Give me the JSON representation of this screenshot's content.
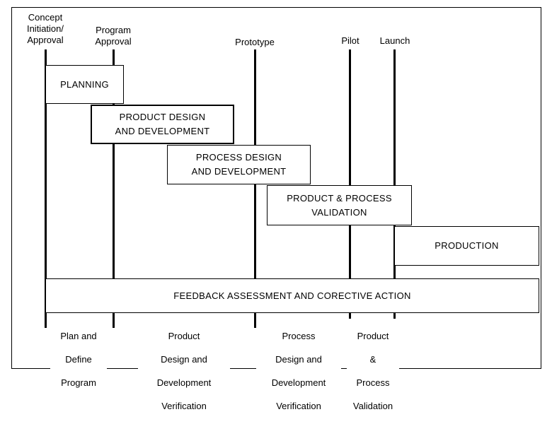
{
  "milestones": {
    "concept": [
      "Concept",
      "Initiation/",
      "Approval"
    ],
    "program": [
      "Program",
      "Approval"
    ],
    "prototype": "Prototype",
    "pilot": "Pilot",
    "launch": "Launch"
  },
  "phases": {
    "planning": [
      "PLANNING"
    ],
    "product_design": [
      "PRODUCT DESIGN",
      "AND DEVELOPMENT"
    ],
    "process_design": [
      "PROCESS DESIGN",
      "AND DEVELOPMENT"
    ],
    "validation": [
      "PRODUCT & PROCESS",
      "VALIDATION"
    ],
    "production": [
      "PRODUCTION"
    ],
    "feedback": [
      "FEEDBACK ASSESSMENT AND CORECTIVE ACTION"
    ]
  },
  "bottom_labels": {
    "plan": [
      "Plan and",
      "Define",
      "Program"
    ],
    "product_verification": [
      "Product",
      "Design and",
      "Development",
      "Verification"
    ],
    "process_verification": [
      "Process",
      "Design and",
      "Development",
      "Verification"
    ],
    "product_validation": [
      "Product",
      "&",
      "Process",
      "Validation"
    ]
  }
}
